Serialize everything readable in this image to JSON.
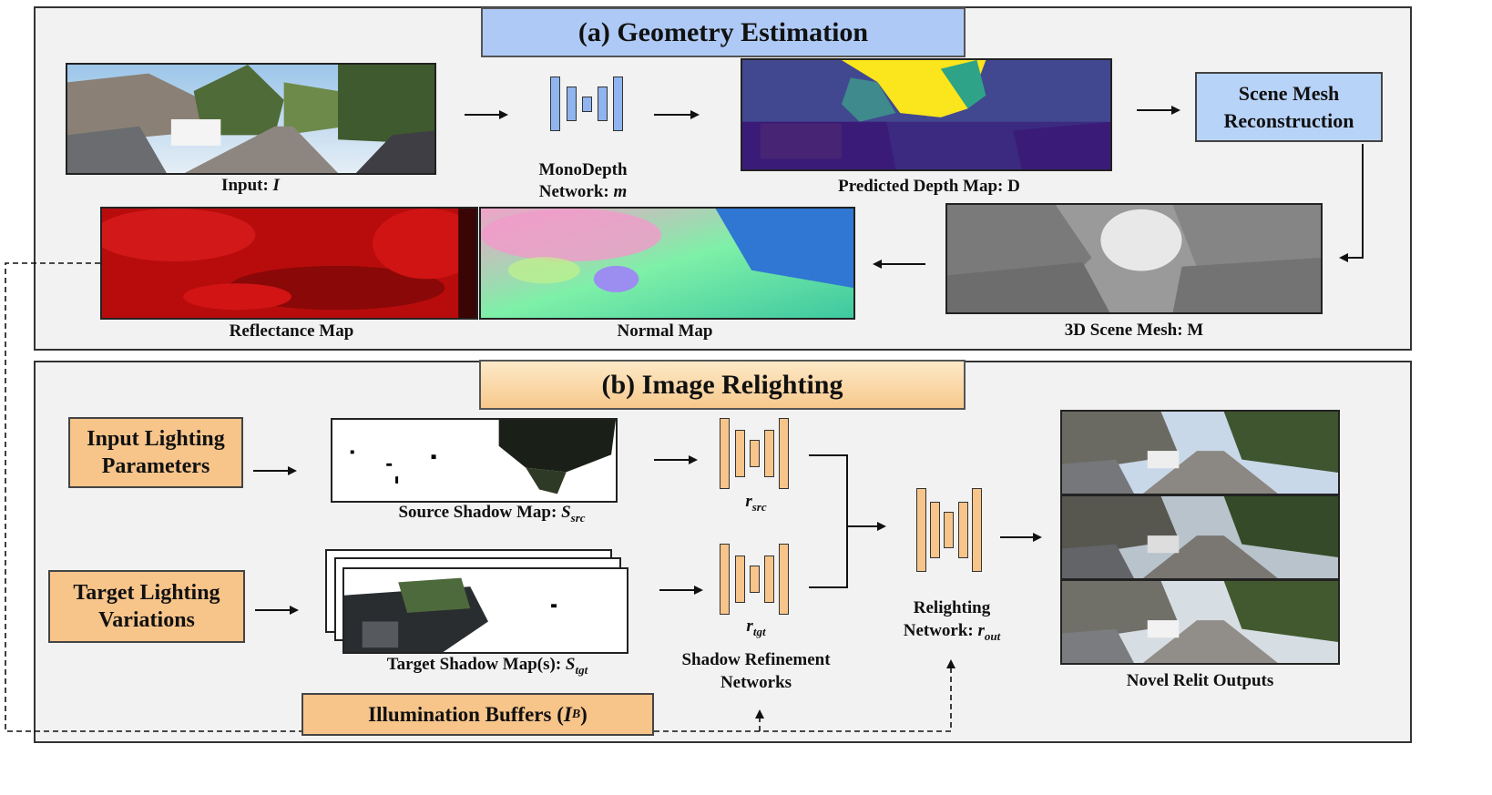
{
  "section_a": {
    "title": "(a) Geometry Estimation"
  },
  "section_b": {
    "title": "(b) Image Relighting"
  },
  "labels": {
    "input_prefix": "Input: ",
    "input_var": "I",
    "monodepth_line1": "MonoDepth",
    "monodepth_line2_prefix": "Network: ",
    "monodepth_var": "m",
    "depth_map": "Predicted Depth Map: D",
    "scene_mesh_line1": "Scene Mesh",
    "scene_mesh_line2": "Reconstruction",
    "mesh_3d": "3D Scene Mesh: M",
    "reflectance": "Reflectance Map",
    "normal": "Normal Map",
    "input_lighting_line1": "Input Lighting",
    "input_lighting_line2": "Parameters",
    "target_lighting_line1": "Target Lighting",
    "target_lighting_line2": "Variations",
    "source_shadow_prefix": "Source Shadow Map: ",
    "source_shadow_var": "S",
    "source_shadow_sub": "src",
    "target_shadow_prefix": "Target Shadow Map(s): ",
    "target_shadow_var": "S",
    "target_shadow_sub": "tgt",
    "r_src_var": "r",
    "r_src_sub": "src",
    "r_tgt_var": "r",
    "r_tgt_sub": "tgt",
    "shadow_ref_line1": "Shadow Refinement",
    "shadow_ref_line2": "Networks",
    "relight_line1": "Relighting",
    "relight_line2_prefix": "Network: ",
    "relight_var": "r",
    "relight_sub": "out",
    "novel_outputs": "Novel Relit Outputs",
    "illum_prefix": "Illumination Buffers (",
    "illum_var": "I",
    "illum_sub": "B",
    "illum_suffix": ")"
  },
  "colors": {
    "blue_net": "#8fb4ef",
    "orange_net": "#f7c48a"
  }
}
